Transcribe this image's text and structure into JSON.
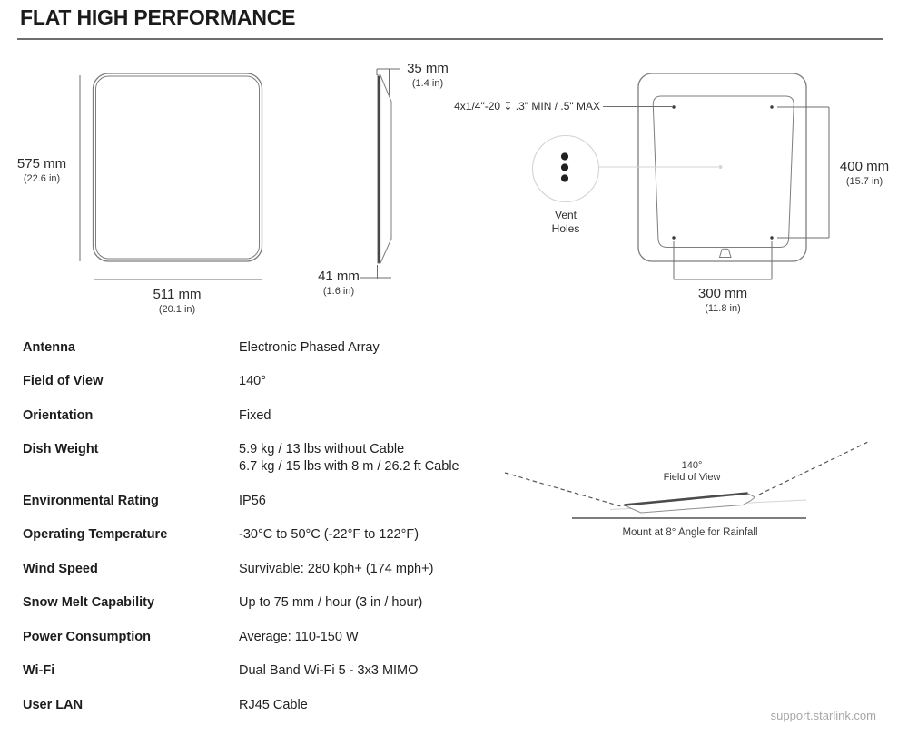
{
  "title": "FLAT HIGH PERFORMANCE",
  "footer": "support.starlink.com",
  "colors": {
    "text": "#1f1f21",
    "drawing_line": "#7b7d7f",
    "dim_line": "#6d6e71",
    "light_line": "#d2d4d5",
    "muted_text": "#a5a7aa"
  },
  "front_view": {
    "height": "575 mm",
    "height_in": "(22.6 in)",
    "width": "511 mm",
    "width_in": "(20.1 in)"
  },
  "side_view": {
    "top": "35 mm",
    "top_in": "(1.4 in)",
    "bottom": "41 mm",
    "bottom_in": "(1.6 in)"
  },
  "back_view": {
    "mount_spec": "4x1/4\"-20 ↧ .3\" MIN / .5\" MAX",
    "vent_line1": "Vent",
    "vent_line2": "Holes",
    "height": "400 mm",
    "height_in": "(15.7 in)",
    "width": "300 mm",
    "width_in": "(11.8 in)"
  },
  "fov": {
    "angle": "140°",
    "label": "Field of View",
    "caption": "Mount at 8° Angle for Rainfall"
  },
  "specs": [
    {
      "label": "Antenna",
      "value": "Electronic Phased Array"
    },
    {
      "label": "Field of View",
      "value": "140°"
    },
    {
      "label": "Orientation",
      "value": "Fixed"
    },
    {
      "label": "Dish Weight",
      "value": "5.9 kg / 13 lbs without Cable",
      "value2": "6.7 kg / 15 lbs with 8 m / 26.2 ft Cable"
    },
    {
      "label": "Environmental Rating",
      "value": "IP56"
    },
    {
      "label": "Operating Temperature",
      "value": "-30°C to 50°C (-22°F to 122°F)"
    },
    {
      "label": "Wind Speed",
      "value": "Survivable: 280 kph+ (174 mph+)"
    },
    {
      "label": "Snow Melt Capability",
      "value": "Up to 75 mm / hour (3 in / hour)"
    },
    {
      "label": "Power Consumption",
      "value": "Average: 110-150 W"
    },
    {
      "label": "Wi-Fi",
      "value": "Dual Band Wi-Fi 5 - 3x3 MIMO"
    },
    {
      "label": "User LAN",
      "value": "RJ45 Cable"
    }
  ]
}
